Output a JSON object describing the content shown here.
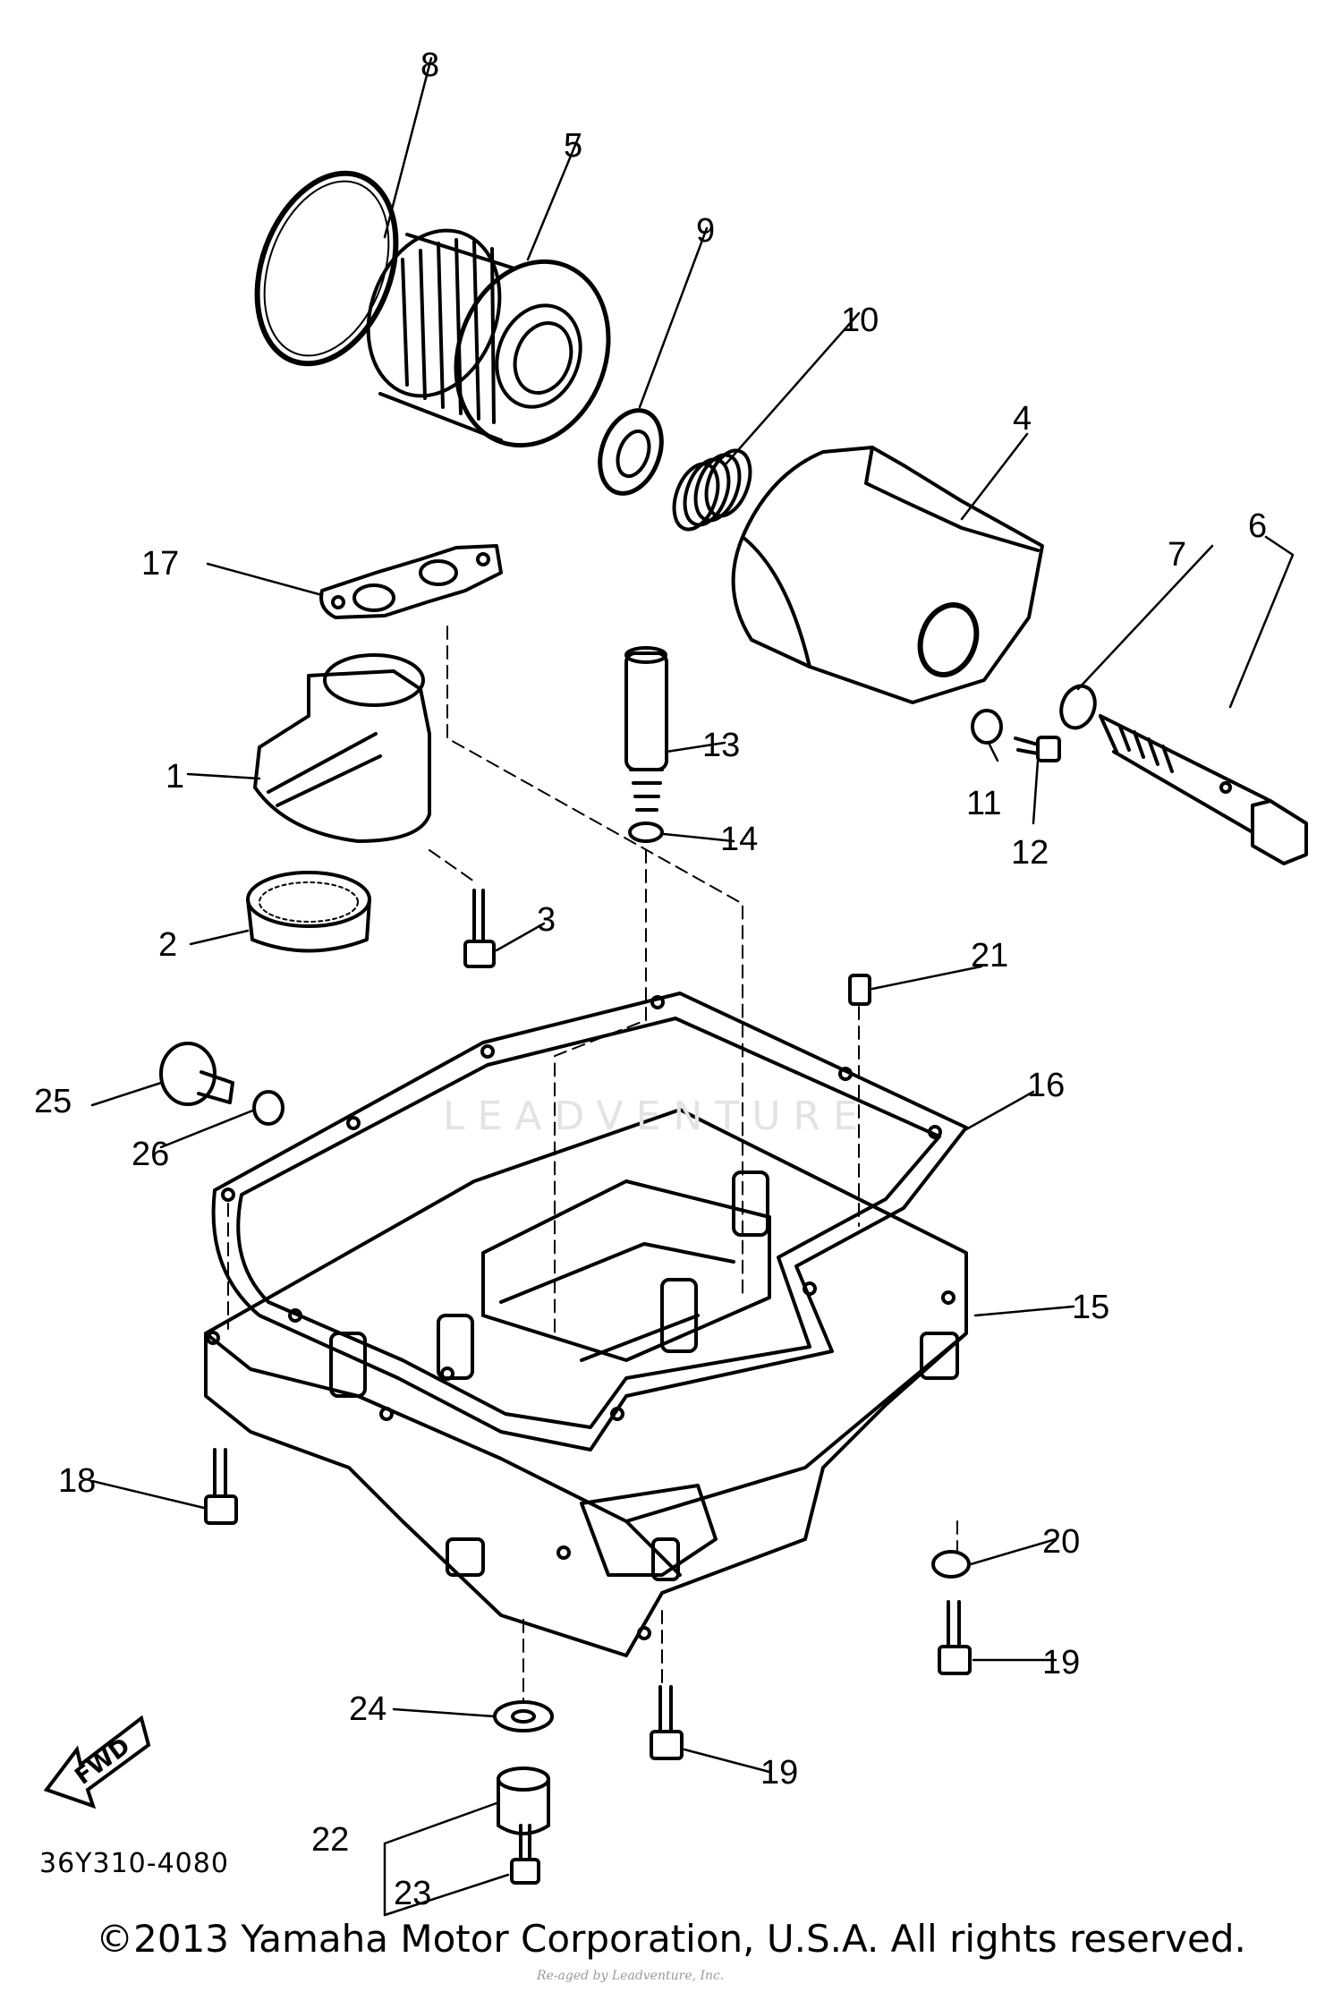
{
  "callouts": {
    "c1": "1",
    "c2": "2",
    "c3": "3",
    "c4": "4",
    "c5": "5",
    "c6": "6",
    "c7": "7",
    "c8": "8",
    "c9": "9",
    "c10": "10",
    "c11": "11",
    "c12": "12",
    "c13": "13",
    "c14": "14",
    "c15": "15",
    "c16": "16",
    "c17": "17",
    "c18": "18",
    "c19a": "19",
    "c19b": "19",
    "c20": "20",
    "c21": "21",
    "c22": "22",
    "c23": "23",
    "c24": "24",
    "c25": "25",
    "c26": "26"
  },
  "diagram_code": "36Y310-4080",
  "fwd_label": "FWD",
  "watermark": "LEADVENTURE",
  "copyright": "©2013 Yamaha Motor Corporation, U.S.A. All rights reserved.",
  "subcredit": "Re-aged by Leadventure, Inc."
}
